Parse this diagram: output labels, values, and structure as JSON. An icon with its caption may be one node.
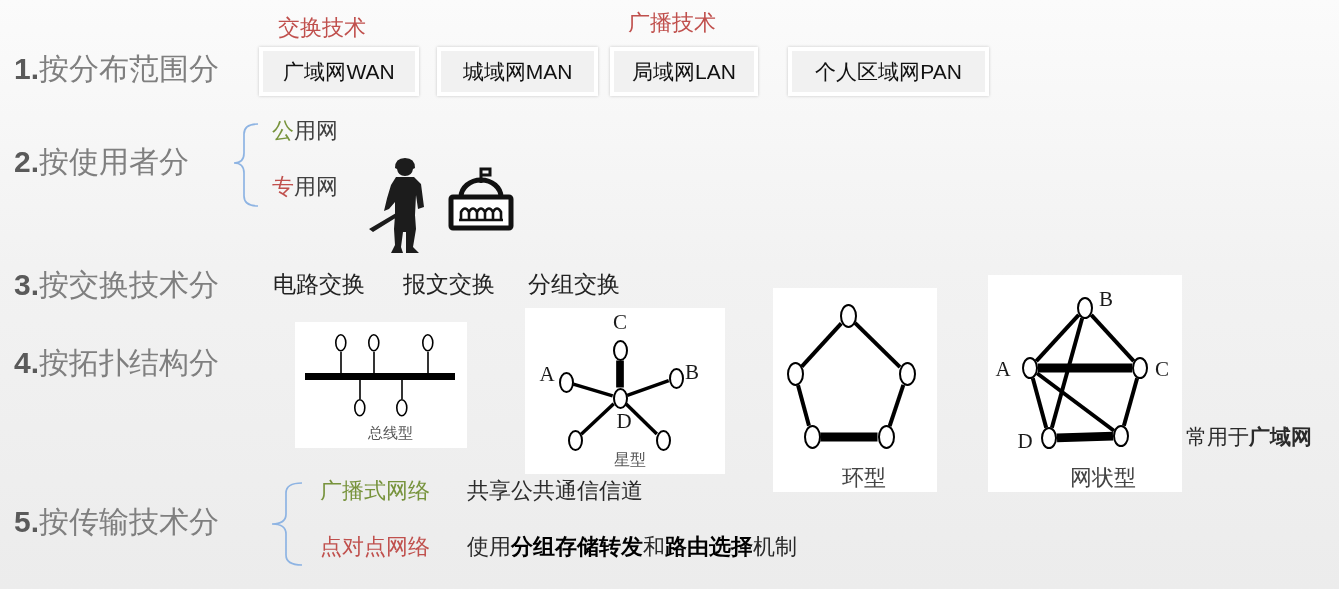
{
  "diagram": {
    "nodes": [
      {
        "text": [
          "广域网WAN"
        ],
        "beside": [
          "交换技术"
        ]
      },
      {
        "text": [
          "城域网MAN"
        ]
      },
      {
        "text": [
          "局域网LAN"
        ],
        "beside": [
          "广播技术"
        ]
      },
      {
        "text": [
          "个人区域网PAN"
        ]
      },
      {
        "text": [
          "总线型"
        ]
      },
      {
        "text": [],
        "shape": "bar",
        "in": 4
      },
      {
        "text": [],
        "shape": "circle",
        "in": 4
      },
      {
        "text": [],
        "shape": "circle",
        "in": 4
      },
      {
        "text": [],
        "shape": "circle",
        "in": 4
      },
      {
        "text": [],
        "shape": "circle",
        "in": 4
      },
      {
        "text": [],
        "shape": "circle",
        "in": 4
      },
      {
        "text": [
          "星型"
        ]
      },
      {
        "text": [],
        "shape": "circle",
        "in": 11,
        "beside": [
          "C"
        ]
      },
      {
        "text": [],
        "shape": "circle",
        "in": 11,
        "beside": [
          "A"
        ]
      },
      {
        "text": [],
        "shape": "circle",
        "in": 11,
        "beside": [
          "B"
        ]
      },
      {
        "text": [],
        "shape": "circle",
        "in": 11,
        "beside": [
          "D"
        ]
      },
      {
        "text": [],
        "shape": "circle",
        "in": 11
      },
      {
        "text": [],
        "shape": "circle",
        "in": 11
      },
      {
        "text": [
          "环型"
        ]
      },
      {
        "text": [],
        "shape": "circle",
        "in": 18
      },
      {
        "text": [],
        "shape": "circle",
        "in": 18
      },
      {
        "text": [],
        "shape": "circle",
        "in": 18
      },
      {
        "text": [],
        "shape": "circle",
        "in": 18
      },
      {
        "text": [],
        "shape": "circle",
        "in": 18
      },
      {
        "text": [
          "网状型"
        ],
        "beside": [
          "常用于**广域网**"
        ]
      },
      {
        "text": [],
        "shape": "circle",
        "in": 24,
        "beside": [
          "B"
        ]
      },
      {
        "text": [],
        "shape": "circle",
        "in": 24,
        "beside": [
          "A"
        ]
      },
      {
        "text": [],
        "shape": "circle",
        "in": 24,
        "beside": [
          "C"
        ]
      },
      {
        "text": [],
        "shape": "circle",
        "in": 24,
        "beside": [
          "D"
        ]
      },
      {
        "text": [],
        "shape": "circle",
        "in": 24
      }
    ],
    "edges": [
      {
        "from": 6,
        "to": 5,
        "arrow": "none"
      },
      {
        "from": 7,
        "to": 5,
        "arrow": "none"
      },
      {
        "from": 8,
        "to": 5,
        "arrow": "none"
      },
      {
        "from": 9,
        "to": 5,
        "arrow": "none"
      },
      {
        "from": 10,
        "to": 5,
        "arrow": "none"
      },
      {
        "from": 12,
        "to": 15,
        "arrow": "none",
        "style": "thick"
      },
      {
        "from": 13,
        "to": 15,
        "arrow": "none"
      },
      {
        "from": 14,
        "to": 15,
        "arrow": "none"
      },
      {
        "from": 16,
        "to": 15,
        "arrow": "none"
      },
      {
        "from": 17,
        "to": 15,
        "arrow": "none"
      },
      {
        "from": 19,
        "to": 20,
        "arrow": "none"
      },
      {
        "from": 19,
        "to": 21,
        "arrow": "none"
      },
      {
        "from": 20,
        "to": 22,
        "arrow": "none"
      },
      {
        "from": 21,
        "to": 23,
        "arrow": "none"
      },
      {
        "from": 22,
        "to": 23,
        "arrow": "none",
        "style": "thick"
      },
      {
        "from": 25,
        "to": 26,
        "arrow": "none"
      },
      {
        "from": 25,
        "to": 27,
        "arrow": "none"
      },
      {
        "from": 26,
        "to": 27,
        "arrow": "none",
        "style": "thick"
      },
      {
        "from": 26,
        "to": 28,
        "arrow": "none"
      },
      {
        "from": 26,
        "to": 29,
        "arrow": "none"
      },
      {
        "from": 25,
        "to": 28,
        "arrow": "none"
      },
      {
        "from": 27,
        "to": 29,
        "arrow": "none"
      },
      {
        "from": 28,
        "to": 29,
        "arrow": "none",
        "style": "thick"
      }
    ],
    "labels": [
      "**1.**按分布范围分",
      "**2.**按使用者分",
      "公用网",
      "专用网",
      "**3.**按交换技术分",
      "电路交换",
      "报文交换",
      "分组交换",
      "**4.**按拓扑结构分",
      "**5.**按传输技术分",
      "广播式网络",
      "共享公共通信信道",
      "点对点网络",
      "使用**分组存储转发**和**路由选择**机制"
    ]
  }
}
